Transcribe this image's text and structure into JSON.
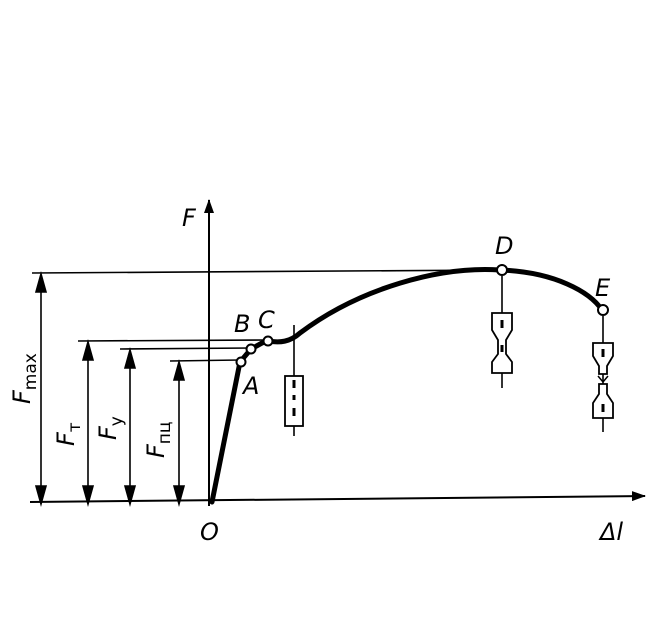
{
  "axes": {
    "y_label": "F",
    "x_label": "Δl",
    "origin_label": "O"
  },
  "points": {
    "A": "A",
    "B": "B",
    "C": "C",
    "D": "D",
    "E": "E"
  },
  "forces": {
    "fmax": {
      "main": "F",
      "sub": "max"
    },
    "ft": {
      "main": "F",
      "sub": "т"
    },
    "fy": {
      "main": "F",
      "sub": "у"
    },
    "fpc": {
      "main": "F",
      "sub": "пц"
    }
  },
  "colors": {
    "ink": "#000000",
    "background": "#ffffff"
  }
}
